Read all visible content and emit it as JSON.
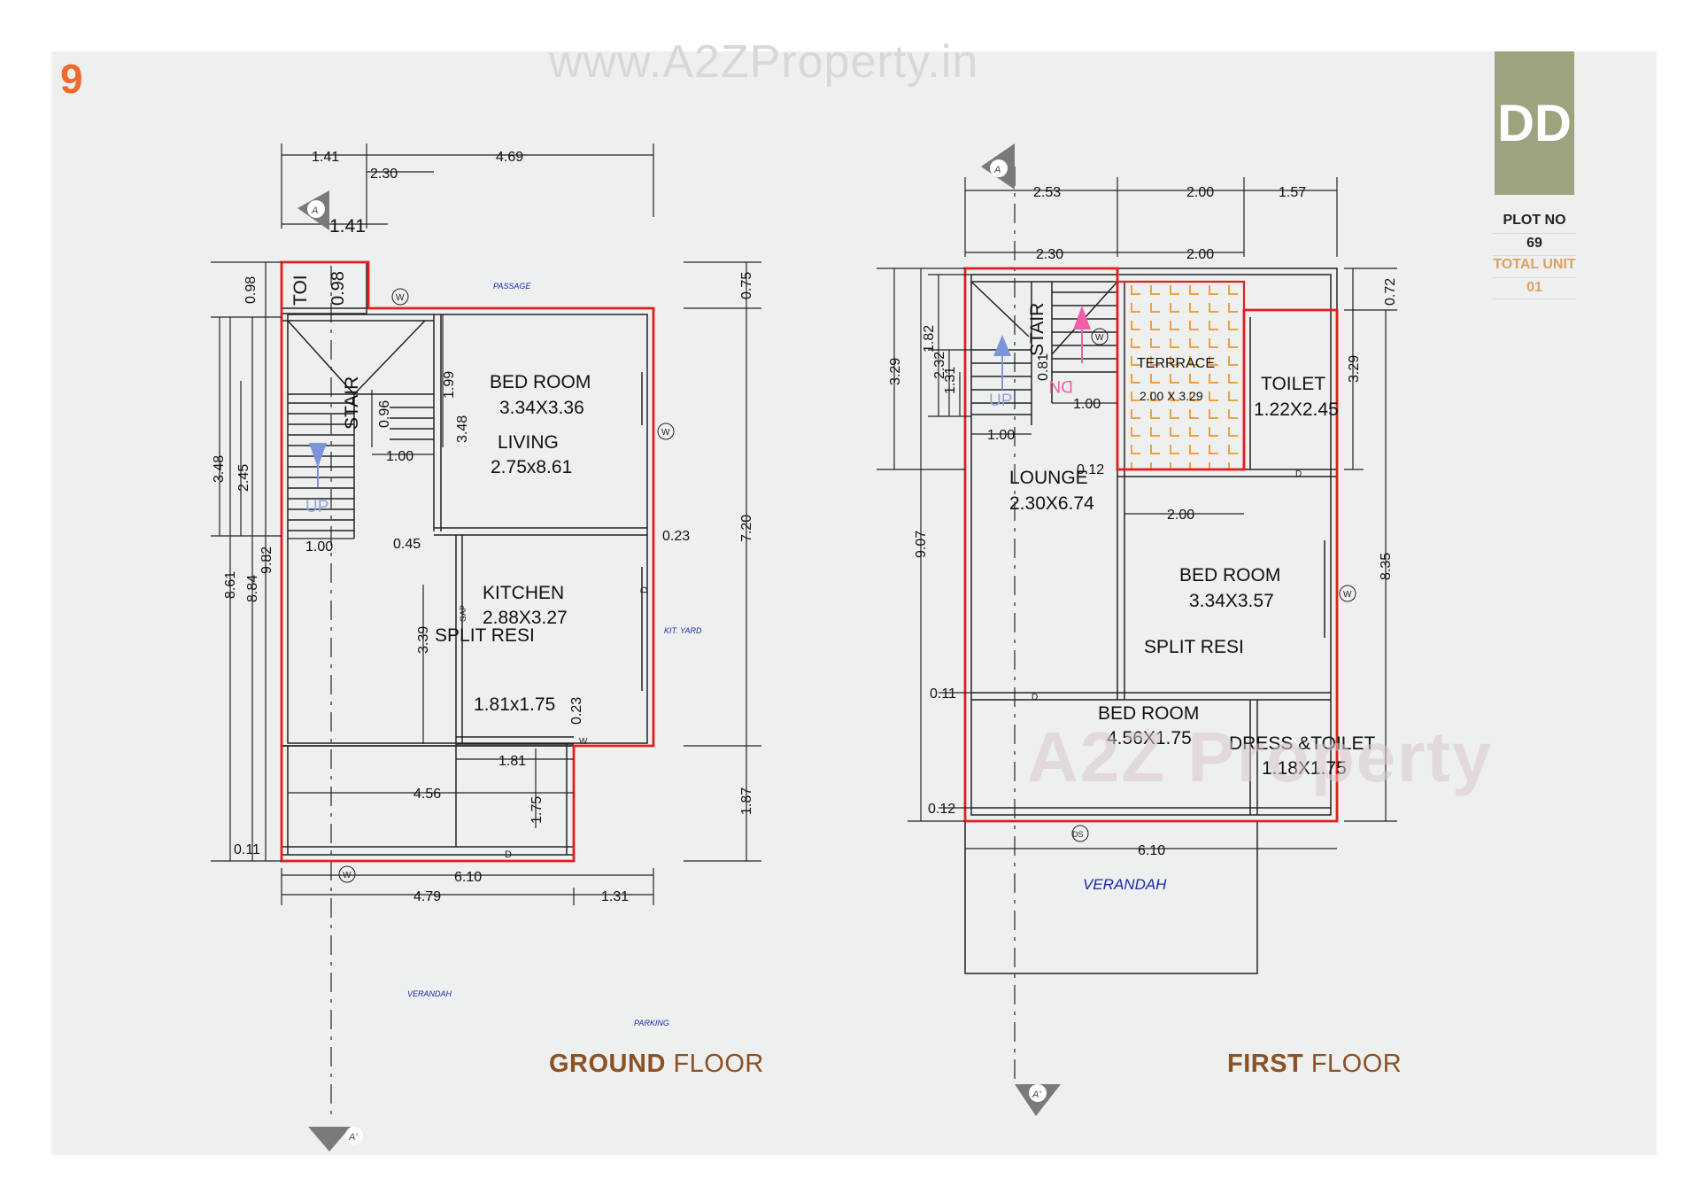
{
  "page": {
    "number": "9",
    "watermark_url": "www.A2ZProperty.in",
    "watermark_logo": "A2Z Property",
    "badge": "DD",
    "plot_label": "PLOT NO",
    "plot_value": "69",
    "unit_label": "TOTAL UNIT",
    "unit_value": "01"
  },
  "colors": {
    "page_number": "#ef6a2c",
    "badge": "#9da37f",
    "outline": "#e02020",
    "title": "#8b5226",
    "unit_label": "#e0a060"
  },
  "ground": {
    "title_bold": "GROUND",
    "title_rest": "FLOOR",
    "rooms": {
      "toi": "TOI",
      "stair": "STAIR",
      "up": "UP",
      "bed": "BED ROOM",
      "bed_size": "3.34X3.36",
      "living": "LIVING",
      "living_size": "2.75x8.61",
      "kitchen": "KITCHEN",
      "kitchen_size": "2.88X3.27",
      "split": "SPLIT RESI",
      "split_size": "1.81x1.75",
      "passage": "PASSAGE",
      "kit_yard": "KIT. YARD",
      "verandah": "VERANDAH",
      "parking": "PARKING",
      "gap": "GAP"
    },
    "dims": {
      "d141a": "1.41",
      "d469": "4.69",
      "d230": "2.30",
      "d141b": "1.41",
      "d098a": "0.98",
      "d098b": "0.98",
      "d075": "0.75",
      "d199": "1.99",
      "d348a": "3.48",
      "d348b": "3.48",
      "d096": "0.96",
      "d100a": "1.00",
      "d245": "2.45",
      "d100b": "1.00",
      "d045": "0.45",
      "d023a": "0.23",
      "d720": "7.20",
      "d982": "9.82",
      "d861": "8.61",
      "d884": "8.84",
      "d339": "3.39",
      "d023b": "0.23",
      "d181": "1.81",
      "d456": "4.56",
      "d175": "1.75",
      "d187": "1.87",
      "d011": "0.11",
      "d610": "6.10",
      "d479": "4.79",
      "d131": "1.31"
    }
  },
  "first": {
    "title_bold": "FIRST",
    "title_rest": "FLOOR",
    "rooms": {
      "stair": "STAIR",
      "up": "UP",
      "dn": "DN",
      "terrace": "TERRRACE",
      "terrace_size": "2.00 X 3.29",
      "toilet": "TOILET",
      "toilet_size": "1.22X2.45",
      "lounge": "LOUNGE",
      "lounge_size": "2.30X6.74",
      "bed": "BED ROOM",
      "bed_size": "3.34X3.57",
      "split": "SPLIT RESI",
      "bed2": "BED ROOM",
      "bed2_size": "4.56X1.75",
      "dress": "DRESS &TOILET",
      "dress_size": "1.18X1.75",
      "verandah": "VERANDAH"
    },
    "dims": {
      "d253": "2.53",
      "d200a": "2.00",
      "d157": "1.57",
      "d230": "2.30",
      "d200b": "2.00",
      "d072": "0.72",
      "d329a": "3.29",
      "d182": "1.82",
      "d232": "2.32",
      "d131": "1.31",
      "d081": "0.81",
      "d100a": "1.00",
      "d100b": "1.00",
      "d329b": "3.29",
      "d012a": "0.12",
      "d200c": "2.00",
      "d907": "9.07",
      "d835": "8.35",
      "d011": "0.11",
      "d012b": "0.12",
      "d610": "6.10"
    }
  },
  "markers": {
    "section_a": "A",
    "section_a2": "A'",
    "window": "W",
    "door": "D",
    "ds": "DS"
  }
}
